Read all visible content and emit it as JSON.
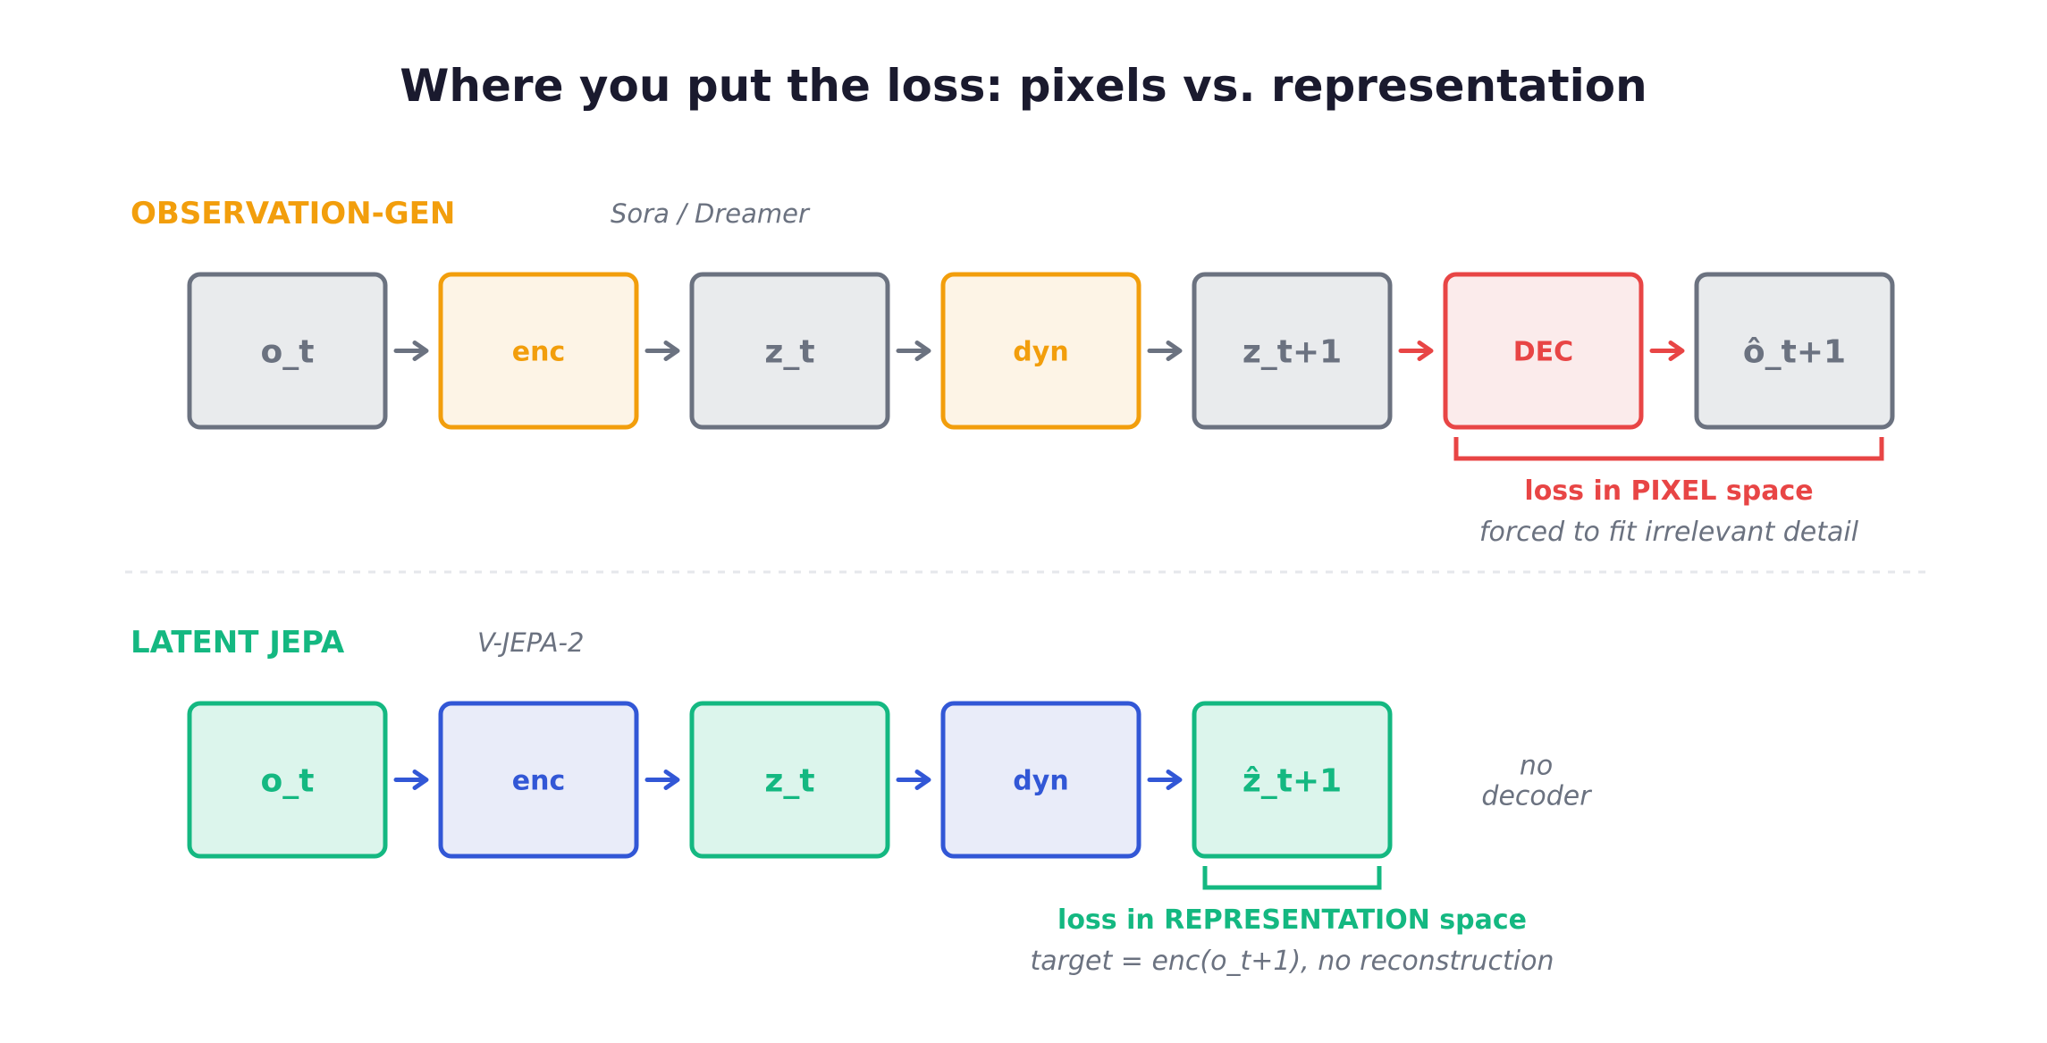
{
  "title": "Where you put the loss: pixels vs. representation",
  "colors": {
    "title": "#1a1a2e",
    "gray": "#6b7280",
    "gray_fill": "#e9ebed",
    "orange": "#f29e0c",
    "orange_fill": "#fdf4e6",
    "red": "#e84545",
    "red_fill": "#fbebeb",
    "green": "#14b881",
    "green_fill": "#dcf5ec",
    "blue": "#3257d6",
    "blue_fill": "#e9ecf9",
    "divider": "#e5e7eb"
  },
  "sections": [
    {
      "id": "observation-gen",
      "label": "OBSERVATION-GEN",
      "subtitle": "Sora / Dreamer",
      "label_color": "orange",
      "nodes": [
        {
          "label": "o_t",
          "kind": "state",
          "stroke": "gray",
          "fill": "gray_fill",
          "text": "gray"
        },
        {
          "label": "enc",
          "kind": "op",
          "stroke": "orange",
          "fill": "orange_fill",
          "text": "orange"
        },
        {
          "label": "z_t",
          "kind": "state",
          "stroke": "gray",
          "fill": "gray_fill",
          "text": "gray"
        },
        {
          "label": "dyn",
          "kind": "op",
          "stroke": "orange",
          "fill": "orange_fill",
          "text": "orange"
        },
        {
          "label": "z_t+1",
          "kind": "state",
          "stroke": "gray",
          "fill": "gray_fill",
          "text": "gray"
        },
        {
          "label": "DEC",
          "kind": "op",
          "stroke": "red",
          "fill": "red_fill",
          "text": "red"
        },
        {
          "label": "ô_t+1",
          "kind": "state",
          "stroke": "gray",
          "fill": "gray_fill",
          "text": "gray"
        }
      ],
      "arrow_colors": [
        "gray",
        "gray",
        "gray",
        "gray",
        "red",
        "red"
      ],
      "loss": {
        "from_node": 5,
        "to_node": 6,
        "color": "red",
        "label": "loss in PIXEL space",
        "note": "forced to fit irrelevant detail"
      }
    },
    {
      "id": "latent-jepa",
      "label": "LATENT JEPA",
      "subtitle": "V-JEPA-2",
      "label_color": "green",
      "nodes": [
        {
          "label": "o_t",
          "kind": "state",
          "stroke": "green",
          "fill": "green_fill",
          "text": "green"
        },
        {
          "label": "enc",
          "kind": "op",
          "stroke": "blue",
          "fill": "blue_fill",
          "text": "blue"
        },
        {
          "label": "z_t",
          "kind": "state",
          "stroke": "green",
          "fill": "green_fill",
          "text": "green"
        },
        {
          "label": "dyn",
          "kind": "op",
          "stroke": "blue",
          "fill": "blue_fill",
          "text": "blue"
        },
        {
          "label": "ẑ_t+1",
          "kind": "state",
          "stroke": "green",
          "fill": "green_fill",
          "text": "green"
        }
      ],
      "arrow_colors": [
        "blue",
        "blue",
        "blue",
        "blue"
      ],
      "trailing_note": [
        "no",
        "decoder"
      ],
      "loss": {
        "from_node": 4,
        "to_node": 4,
        "color": "green",
        "label": "loss in REPRESENTATION space",
        "note": "target = enc(o_t+1), no reconstruction"
      }
    }
  ]
}
